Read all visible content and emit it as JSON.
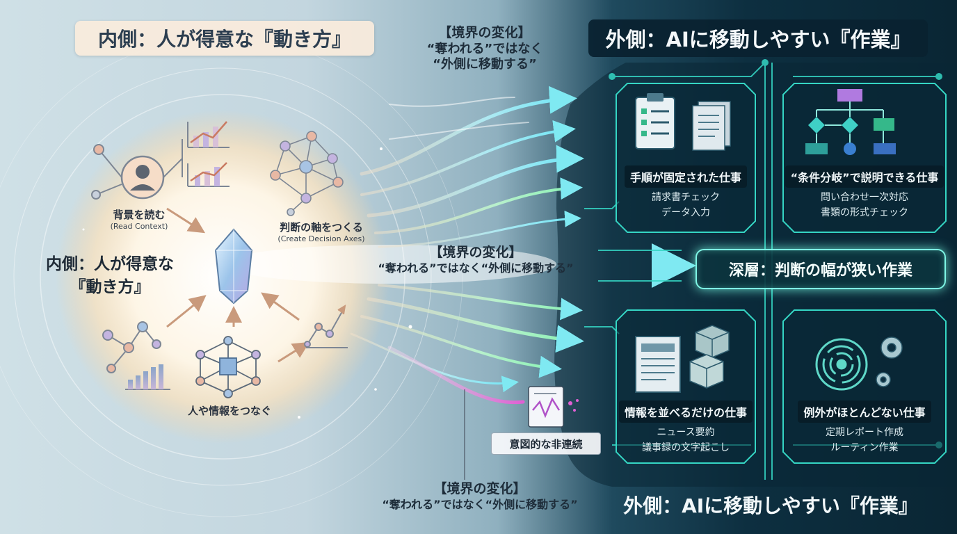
{
  "title_inner": "内側：人が得意な『動き方』",
  "title_outer": "外側：AIに移動しやすい『作業』",
  "boundary_top": {
    "heading": "【境界の変化】",
    "line1": "“奪われる”ではなく",
    "line2": "“外側に移動する”"
  },
  "boundary_middle": {
    "heading": "【境界の変化】",
    "line1": "“奪われる”ではなく“外側に移動する”"
  },
  "boundary_bottom": {
    "heading": "【境界の変化】",
    "line1": "“奪われる”ではなく“外側に移動する”"
  },
  "inner_caption": {
    "line1": "内側：人が得意な",
    "line2": "『動き方』"
  },
  "nodes": {
    "read_context": {
      "jp": "背景を読む",
      "en": "(Read Context)"
    },
    "decision_axes": {
      "jp": "判断の軸をつくる",
      "en": "(Create Decision Axes)"
    },
    "connect": {
      "jp": "人や情報をつなぐ"
    }
  },
  "panels": [
    {
      "title": "手順が固定された仕事",
      "items": [
        "請求書チェック",
        "データ入力"
      ]
    },
    {
      "title": "“条件分岐”で説明できる仕事",
      "items": [
        "問い合わせ一次対応",
        "書類の形式チェック"
      ]
    },
    {
      "title": "情報を並べるだけの仕事",
      "items": [
        "ニュース要約",
        "議事録の文字起こし"
      ]
    },
    {
      "title": "例外がほとんどない仕事",
      "items": [
        "定期レポート作成",
        "ルーティン作業"
      ]
    }
  ],
  "deep_layer": "深層：判断の幅が狭い作業",
  "discontinuity": "意図的な非連続",
  "bottom_title": "外側：AIに移動しやすい『作業』",
  "colors": {
    "glow": "#fff4dc",
    "circuit": "#35d6c4",
    "arrow_cyan": "#7fe9f2",
    "arrow_green": "#8ff2b0",
    "arrow_pink": "#e27bd9",
    "dark_bg": "#0b2c3c"
  },
  "icons": [
    "person-icon",
    "line-chart-icon",
    "network-icon",
    "crystal-icon",
    "scatter-chart-icon",
    "bar-chart-icon",
    "hub-network-icon",
    "rising-chart-icon",
    "clipboard-checklist-icon",
    "documents-icon",
    "flowchart-icon",
    "newspaper-icon",
    "boxes-icon",
    "spiral-icon",
    "gear-icon",
    "waveform-document-icon"
  ]
}
